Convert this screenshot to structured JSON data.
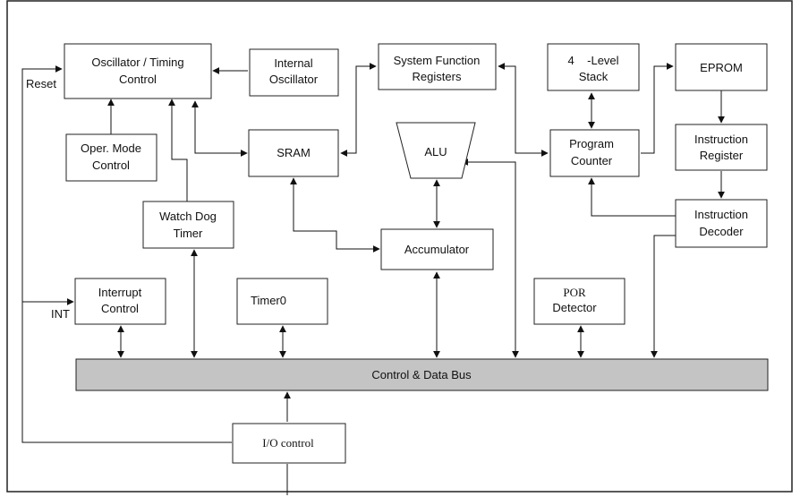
{
  "colors": {
    "bus_fill": "#c4c4c4",
    "line": "#111111",
    "frame": "#222222"
  },
  "blocks": {
    "oscillator": [
      "Oscillator / Timing",
      "Control"
    ],
    "internal_osc": [
      "Internal",
      "Oscillator"
    ],
    "sys_regs": [
      "System Function",
      "Registers"
    ],
    "stack": [
      "4    -Level",
      "Stack"
    ],
    "eprom": [
      "EPROM"
    ],
    "oper_mode": [
      "Oper. Mode",
      "Control"
    ],
    "sram": [
      "SRAM"
    ],
    "alu": [
      "ALU"
    ],
    "program_counter": [
      "Program",
      "Counter"
    ],
    "instr_register": [
      "Instruction",
      "Register"
    ],
    "watchdog": [
      "Watch Dog",
      "Timer"
    ],
    "accumulator": [
      "Accumulator"
    ],
    "instr_decoder": [
      "Instruction",
      "Decoder"
    ],
    "interrupt": [
      "Interrupt",
      "Control"
    ],
    "timer0": [
      "Timer0"
    ],
    "por": [
      "POR",
      "Detector"
    ],
    "bus": [
      "Control & Data Bus"
    ],
    "io_control": [
      "I/O control"
    ]
  },
  "pins": {
    "reset": "Reset",
    "int": "INT"
  }
}
